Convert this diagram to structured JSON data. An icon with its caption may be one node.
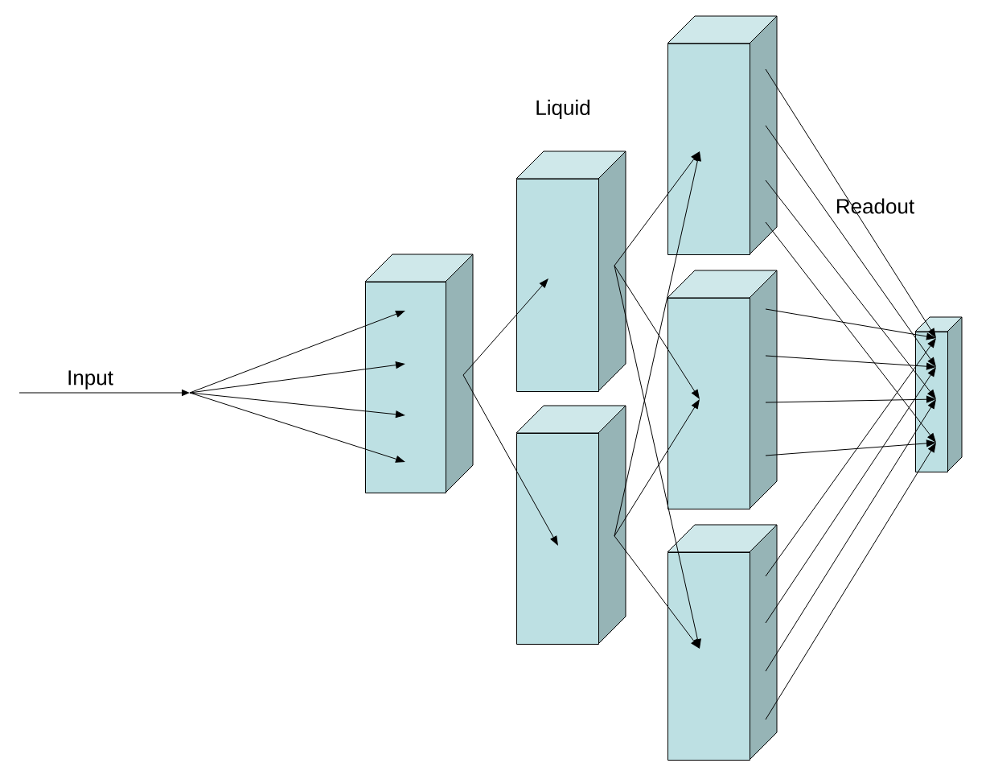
{
  "diagram": {
    "nodes": [
      {
        "text": [
          "Input"
        ]
      },
      {
        "text": [],
        "shape": "box"
      },
      {
        "text": [],
        "shape": "box"
      },
      {
        "text": [],
        "shape": "box"
      },
      {
        "text": [],
        "shape": "box"
      },
      {
        "text": [],
        "shape": "box"
      },
      {
        "text": [],
        "shape": "box"
      },
      {
        "text": [],
        "shape": "box"
      }
    ],
    "edges": [
      {
        "from": 0,
        "to": 1,
        "arrow": "to"
      },
      {
        "from": 0,
        "to": 1,
        "arrow": "to"
      },
      {
        "from": 0,
        "to": 1,
        "arrow": "to"
      },
      {
        "from": 0,
        "to": 1,
        "arrow": "to"
      },
      {
        "from": 1,
        "to": 2,
        "arrow": "to"
      },
      {
        "from": 1,
        "to": 3,
        "arrow": "to"
      },
      {
        "from": 2,
        "to": 4,
        "arrow": "to"
      },
      {
        "from": 2,
        "to": 5,
        "arrow": "to"
      },
      {
        "from": 2,
        "to": 6,
        "arrow": "to"
      },
      {
        "from": 3,
        "to": 4,
        "arrow": "to"
      },
      {
        "from": 3,
        "to": 5,
        "arrow": "to"
      },
      {
        "from": 3,
        "to": 6,
        "arrow": "to"
      },
      {
        "from": 4,
        "to": 7,
        "arrow": "to"
      },
      {
        "from": 4,
        "to": 7,
        "arrow": "to"
      },
      {
        "from": 4,
        "to": 7,
        "arrow": "to"
      },
      {
        "from": 4,
        "to": 7,
        "arrow": "to"
      },
      {
        "from": 5,
        "to": 7,
        "arrow": "to"
      },
      {
        "from": 5,
        "to": 7,
        "arrow": "to"
      },
      {
        "from": 5,
        "to": 7,
        "arrow": "to"
      },
      {
        "from": 5,
        "to": 7,
        "arrow": "to"
      },
      {
        "from": 6,
        "to": 7,
        "arrow": "to"
      },
      {
        "from": 6,
        "to": 7,
        "arrow": "to"
      },
      {
        "from": 6,
        "to": 7,
        "arrow": "to"
      },
      {
        "from": 6,
        "to": 7,
        "arrow": "to"
      }
    ],
    "labels": [
      "Liquid",
      "Readout"
    ]
  }
}
